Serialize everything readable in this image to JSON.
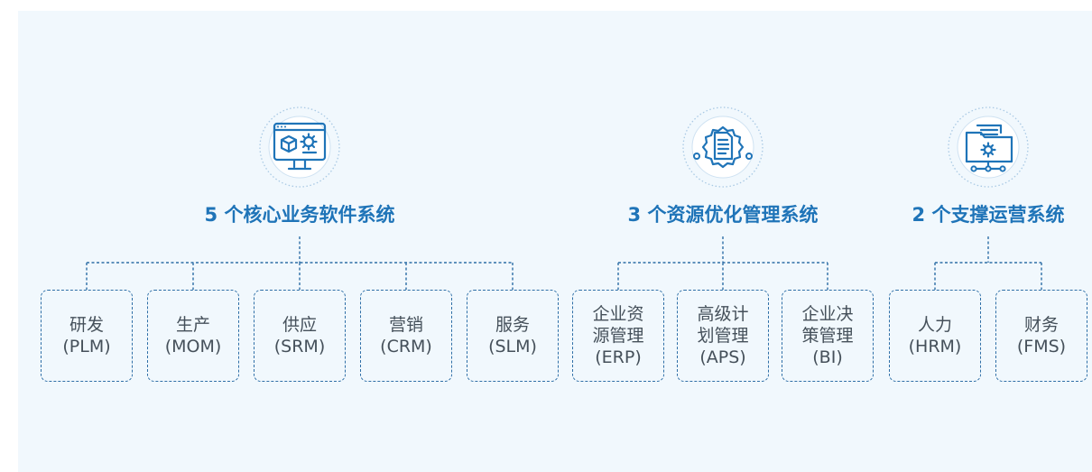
{
  "groups": [
    {
      "title": "5 个核心业务软件系统",
      "icon": "monitor-settings-icon",
      "items": [
        {
          "name": "研发",
          "code": "(PLM)"
        },
        {
          "name": "生产",
          "code": "(MOM)"
        },
        {
          "name": "供应",
          "code": "(SRM)"
        },
        {
          "name": "营销",
          "code": "(CRM)"
        },
        {
          "name": "服务",
          "code": "(SLM)"
        }
      ]
    },
    {
      "title": "3 个资源优化管理系统",
      "icon": "document-gear-icon",
      "items": [
        {
          "line1": "企业资",
          "line2": "源管理",
          "code": "(ERP)"
        },
        {
          "line1": "高级计",
          "line2": "划管理",
          "code": "(APS)"
        },
        {
          "line1": "企业决",
          "line2": "策管理",
          "code": "(BI)"
        }
      ]
    },
    {
      "title": "2 个支撑运营系统",
      "icon": "folder-settings-icon",
      "items": [
        {
          "name": "人力",
          "code": "(HRM)"
        },
        {
          "name": "财务",
          "code": "(FMS)"
        }
      ]
    }
  ],
  "colors": {
    "accent": "#1f74b8",
    "line": "#2f6fa7",
    "panel": "#f1f8fd",
    "box_text": "#45505a"
  }
}
